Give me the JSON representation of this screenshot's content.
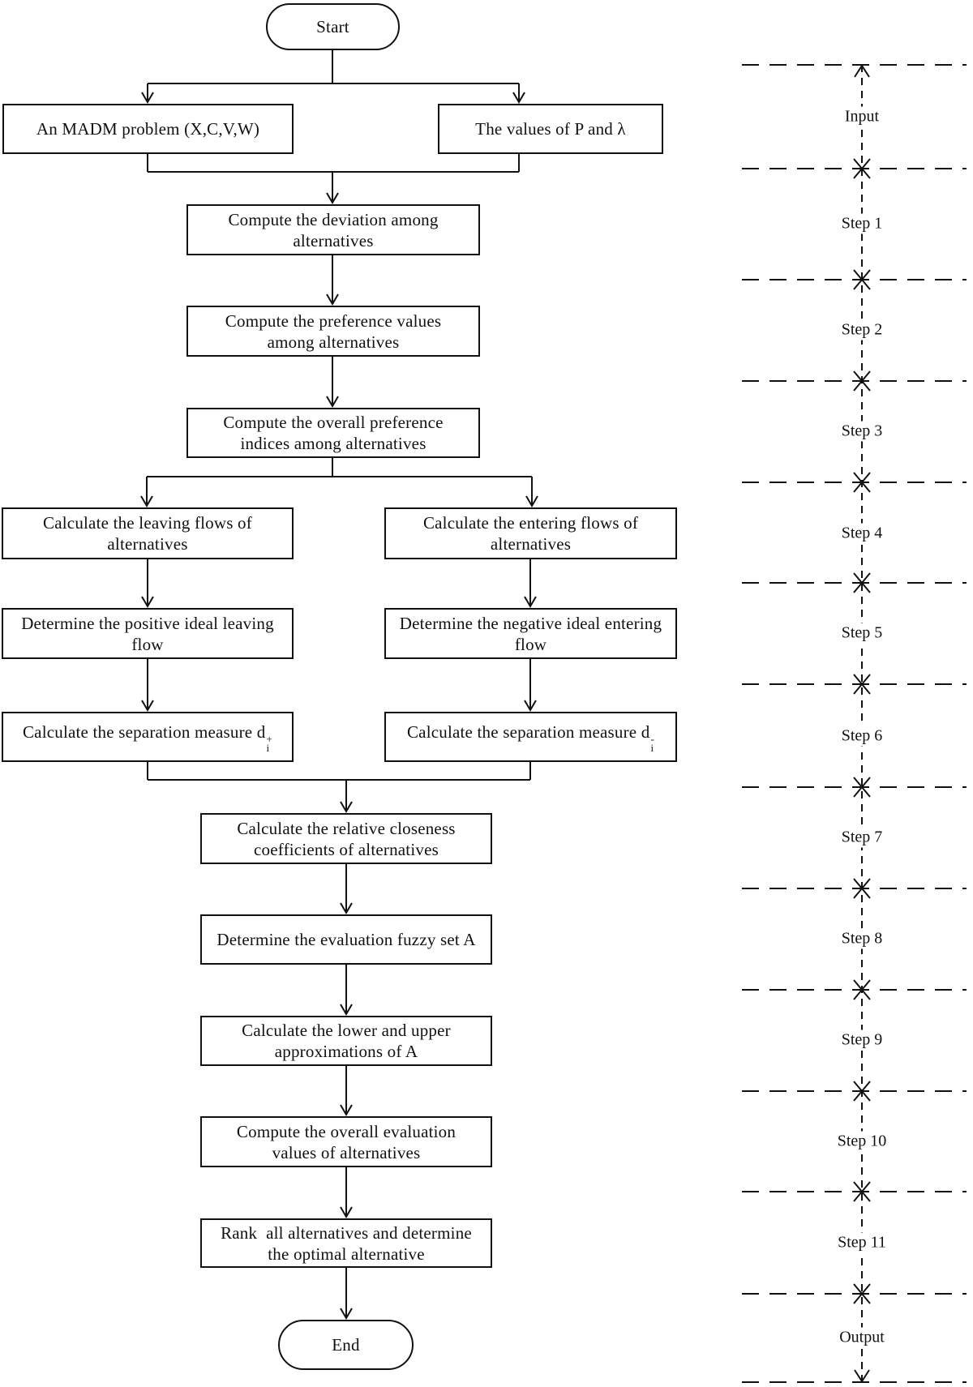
{
  "nodes": {
    "start": "Start",
    "input_left": "An MADM problem (X,C,V,W)",
    "input_right": "The values of P and λ",
    "step1": {
      "l1": "Compute the deviation among",
      "l2": "alternatives"
    },
    "step2": {
      "l1": "Compute the preference values",
      "l2": "among alternatives"
    },
    "step3": {
      "l1": "Compute the overall preference",
      "l2": "indices among alternatives"
    },
    "step4_left": {
      "l1": "Calculate the leaving flows of",
      "l2": "alternatives"
    },
    "step4_right": {
      "l1": "Calculate the entering flows of",
      "l2": "alternatives"
    },
    "step5_left": {
      "l1": "Determine the positive ideal leaving",
      "l2": "flow"
    },
    "step5_right": {
      "l1": "Determine the negative ideal entering",
      "l2": "flow"
    },
    "step6_left": {
      "prefix": "Calculate the separation measure d",
      "sub": "i",
      "sup": "+"
    },
    "step6_right": {
      "prefix": "Calculate the separation measure d",
      "sub": "i",
      "sup": "-"
    },
    "step7": {
      "l1": "Calculate the relative closeness",
      "l2": "coefficients of alternatives"
    },
    "step8": {
      "l1": "Determine the evaluation fuzzy set A"
    },
    "step9": {
      "l1": "Calculate the lower and upper",
      "l2": "approximations of A"
    },
    "step10": {
      "l1": "Compute the overall evaluation",
      "l2": "values of alternatives"
    },
    "step11": {
      "l1": "Rank  all alternatives and determine",
      "l2": "the optimal alternative"
    },
    "end": "End"
  },
  "timeline": {
    "labels": [
      "Input",
      "Step 1",
      "Step 2",
      "Step 3",
      "Step 4",
      "Step 5",
      "Step 6",
      "Step 7",
      "Step 8",
      "Step 9",
      "Step 10",
      "Step 11",
      "Output"
    ]
  },
  "colors": {
    "ink": "#111111",
    "background": "#ffffff"
  }
}
